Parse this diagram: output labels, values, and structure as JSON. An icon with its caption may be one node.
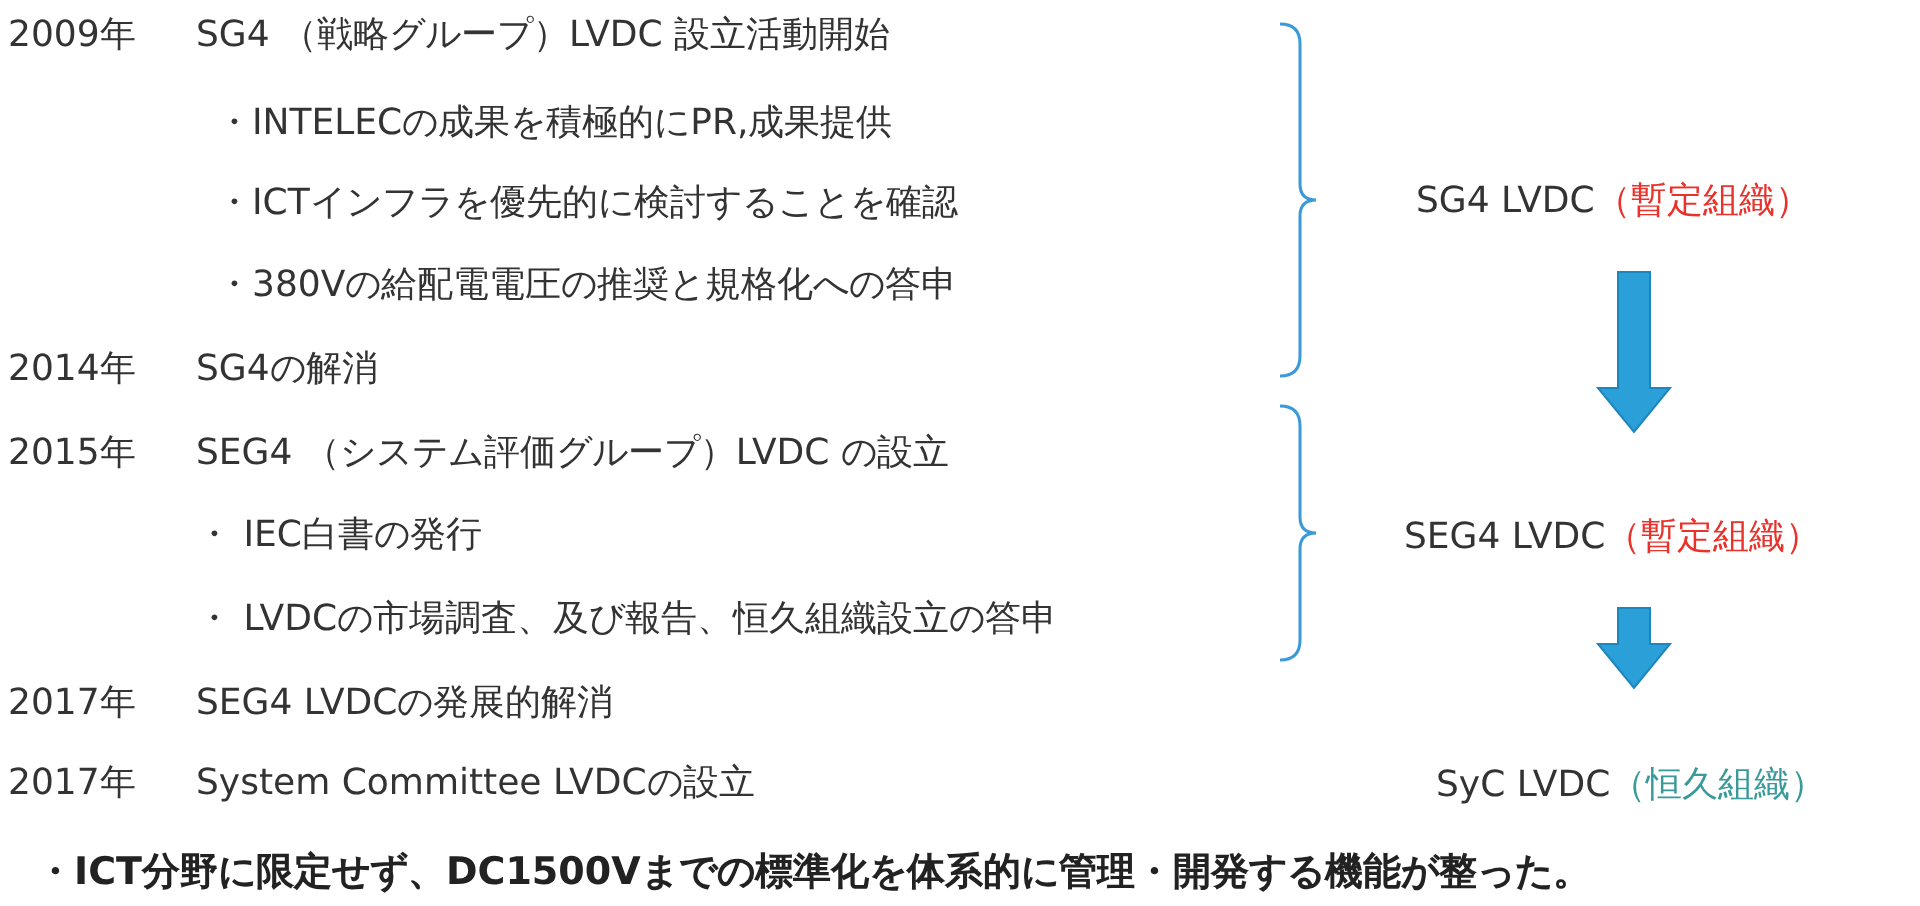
{
  "diagram": {
    "nodes": [
      {
        "text": [
          "SG4  LVDC",
          "（暫定組織）"
        ]
      },
      {
        "text": [
          "SEG4  LVDC",
          "（暫定組織）"
        ]
      },
      {
        "text": [
          "SyC LVDC",
          "（恒久組織）"
        ]
      }
    ],
    "edges": [
      {
        "from": 0,
        "to": 1,
        "arrow": "to"
      },
      {
        "from": 1,
        "to": 2,
        "arrow": "to"
      }
    ],
    "labels": [
      "2009年",
      "SG4 （戦略グループ）LVDC  設立活動開始",
      "・INTELECの成果を積極的にPR,成果提供",
      "・ICTインフラを優先的に検討することを確認",
      "・380Vの給配電電圧の推奨と規格化への答申",
      "2014年",
      "SG4の解消",
      "2015年",
      "SEG4 （システム評価グループ）LVDC  の設立",
      "・ IEC白書の発行",
      "・ LVDCの市場調査、及び報告、恒久組織設立の答申",
      "2017年",
      "SEG4 LVDCの発展的解消",
      "2017年",
      "System Committee LVDCの設立",
      "・ICT分野に限定せず、DC1500Vまでの標準化を体系的に管理・開発する機能が整った。"
    ]
  }
}
